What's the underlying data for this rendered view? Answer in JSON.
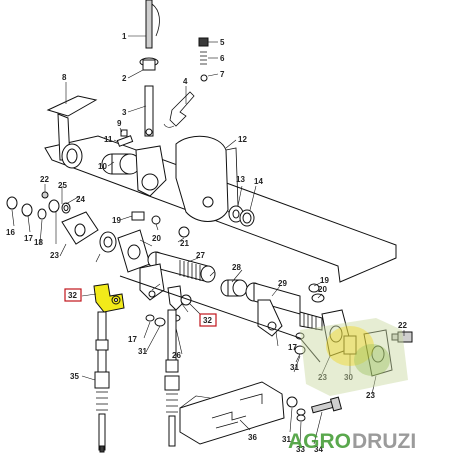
{
  "callouts": [
    {
      "id": "c1",
      "text": "1"
    },
    {
      "id": "c2",
      "text": "2"
    },
    {
      "id": "c3",
      "text": "3"
    },
    {
      "id": "c4",
      "text": "4"
    },
    {
      "id": "c5",
      "text": "5"
    },
    {
      "id": "c6",
      "text": "6"
    },
    {
      "id": "c7",
      "text": "7"
    },
    {
      "id": "c8",
      "text": "8"
    },
    {
      "id": "c9",
      "text": "9"
    },
    {
      "id": "c10",
      "text": "10"
    },
    {
      "id": "c11",
      "text": "11"
    },
    {
      "id": "c12",
      "text": "12"
    },
    {
      "id": "c13",
      "text": "13"
    },
    {
      "id": "c14",
      "text": "14"
    },
    {
      "id": "c16",
      "text": "16"
    },
    {
      "id": "c17a",
      "text": "17"
    },
    {
      "id": "c17b",
      "text": "17"
    },
    {
      "id": "c17c",
      "text": "17"
    },
    {
      "id": "c18",
      "text": "18"
    },
    {
      "id": "c19a",
      "text": "19"
    },
    {
      "id": "c19b",
      "text": "19"
    },
    {
      "id": "c20a",
      "text": "20"
    },
    {
      "id": "c20b",
      "text": "20"
    },
    {
      "id": "c21",
      "text": "21"
    },
    {
      "id": "c22a",
      "text": "22"
    },
    {
      "id": "c22b",
      "text": "22"
    },
    {
      "id": "c23a",
      "text": "23"
    },
    {
      "id": "c23b",
      "text": "23"
    },
    {
      "id": "c23c",
      "text": "23"
    },
    {
      "id": "c24",
      "text": "24"
    },
    {
      "id": "c25",
      "text": "25"
    },
    {
      "id": "c26",
      "text": "26"
    },
    {
      "id": "c27",
      "text": "27"
    },
    {
      "id": "c28",
      "text": "28"
    },
    {
      "id": "c29",
      "text": "29"
    },
    {
      "id": "c30",
      "text": "30"
    },
    {
      "id": "c31a",
      "text": "31"
    },
    {
      "id": "c31b",
      "text": "31"
    },
    {
      "id": "c31c",
      "text": "31"
    },
    {
      "id": "c32a",
      "text": "32"
    },
    {
      "id": "c32b",
      "text": "32"
    },
    {
      "id": "c33",
      "text": "33"
    },
    {
      "id": "c34",
      "text": "34"
    },
    {
      "id": "c35",
      "text": "35"
    },
    {
      "id": "c36",
      "text": "36"
    }
  ],
  "watermark": {
    "part1": "AGRO",
    "part2": "DRUZI"
  },
  "colors": {
    "highlight": "#f2ea1a",
    "callout_box": "#c0141c",
    "watermark_green": "#3e9a2e"
  }
}
